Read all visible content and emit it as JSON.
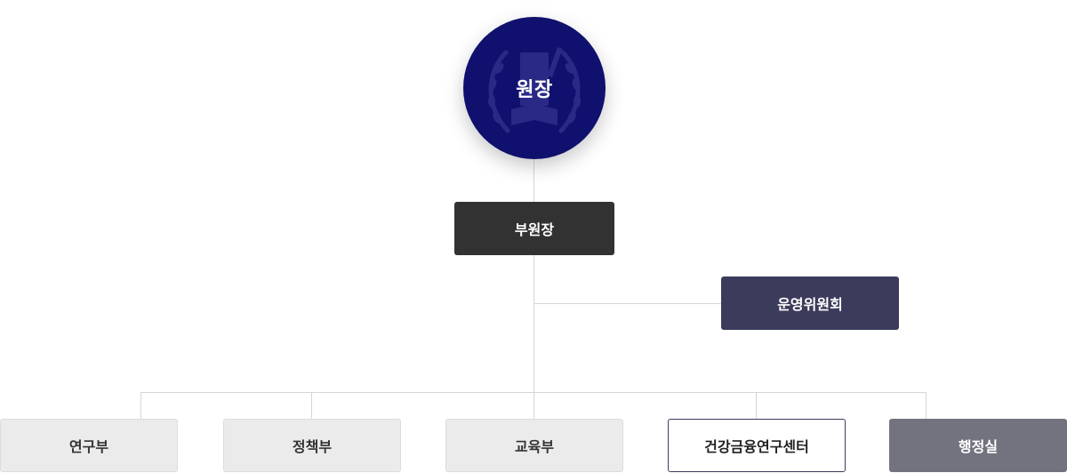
{
  "org_chart": {
    "director": {
      "label": "원장"
    },
    "vice_director": {
      "label": "부원장"
    },
    "steering_committee": {
      "label": "운영위원회"
    },
    "departments": [
      {
        "label": "연구부"
      },
      {
        "label": "정책부"
      },
      {
        "label": "교육부"
      },
      {
        "label": "건강금융연구센터"
      },
      {
        "label": "행정실"
      }
    ]
  },
  "colors": {
    "director_bg": "#10106e",
    "vice_bg": "#323232",
    "committee_bg": "#3b3b5c",
    "dept_bg": "#ebebeb",
    "admin_bg": "#737380",
    "connector": "#d6d6d6"
  }
}
